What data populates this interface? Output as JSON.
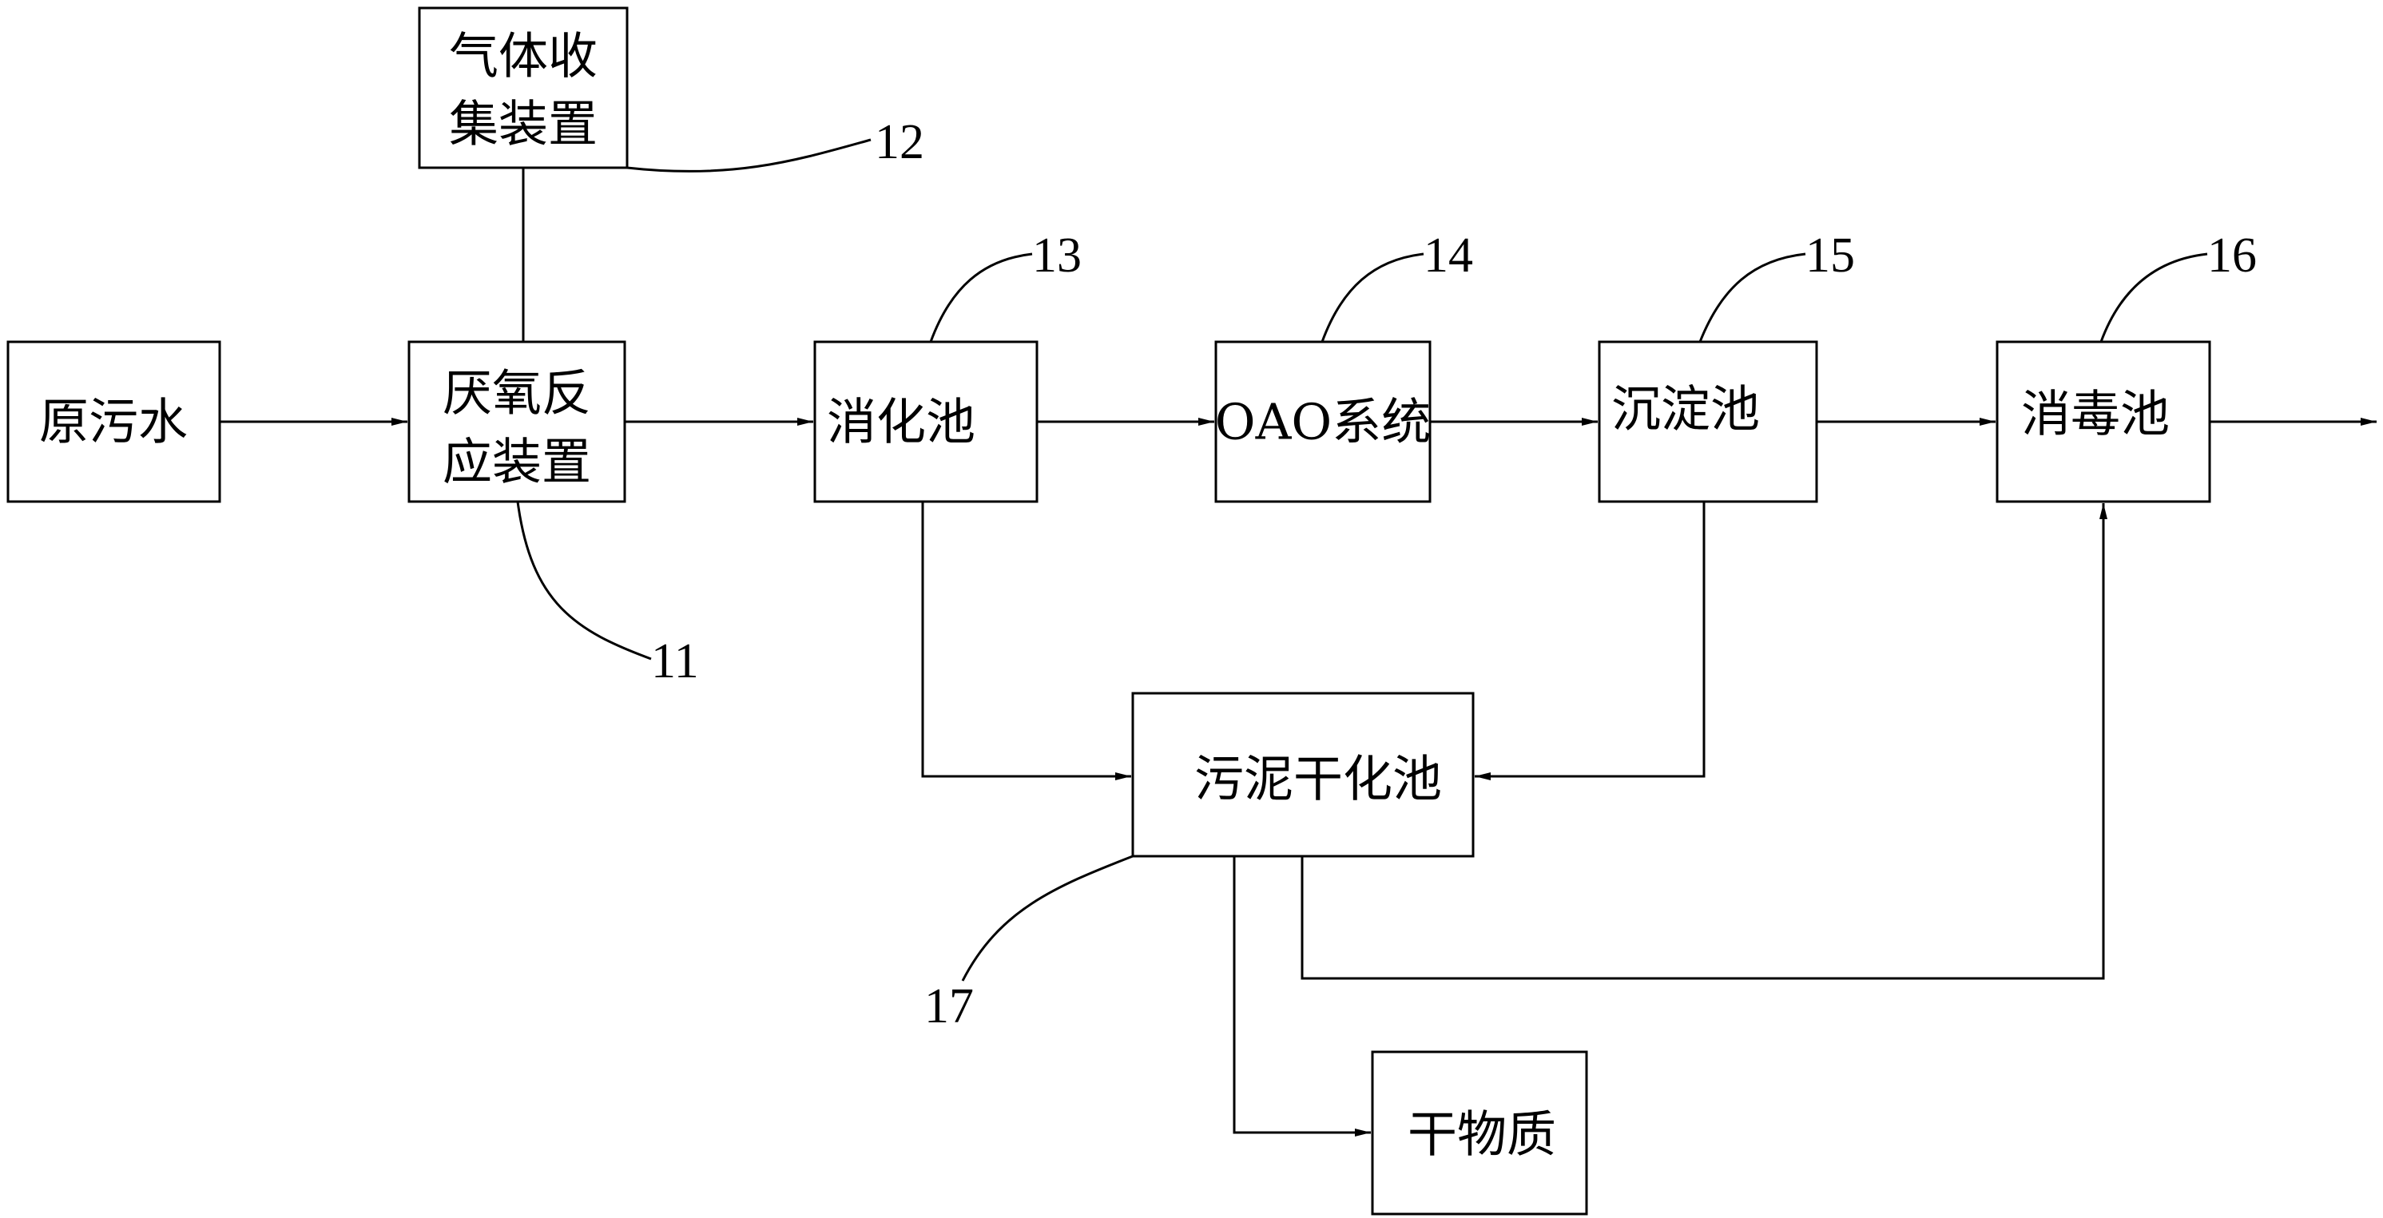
{
  "colors": {
    "stroke": "#000000",
    "background": "#ffffff"
  },
  "boxes": {
    "raw_sewage": "原污水",
    "anaerobic_reactor_line1": "厌氧反",
    "anaerobic_reactor_line2": "应装置",
    "gas_collection_line1": "气体收",
    "gas_collection_line2": "集装置",
    "digestion_tank": "消化池",
    "oao_system": "OAO系统",
    "sedimentation_tank": "沉淀池",
    "disinfection_tank": "消毒池",
    "sludge_drying_tank": "污泥干化池",
    "dry_matter": "干物质"
  },
  "reference_numbers": {
    "anaerobic_reactor": "11",
    "gas_collection": "12",
    "digestion_tank": "13",
    "oao_system": "14",
    "sedimentation_tank": "15",
    "disinfection_tank": "16",
    "sludge_drying_tank": "17"
  }
}
